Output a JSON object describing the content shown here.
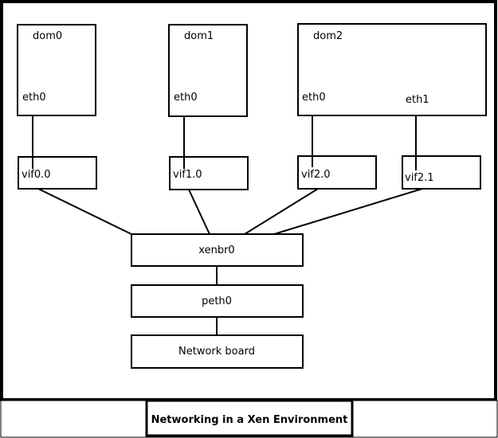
{
  "diagram": {
    "caption": "Networking in a Xen Environment",
    "domains": [
      {
        "label": "dom0",
        "interfaces": [
          "eth0"
        ]
      },
      {
        "label": "dom1",
        "interfaces": [
          "eth0"
        ]
      },
      {
        "label": "dom2",
        "interfaces": [
          "eth0",
          "eth1"
        ]
      }
    ],
    "vifs": [
      "vif0.0",
      "vif1.0",
      "vif2.0",
      "vif2.1"
    ],
    "bridge": "xenbr0",
    "physical_interface": "peth0",
    "hardware": "Network board"
  }
}
